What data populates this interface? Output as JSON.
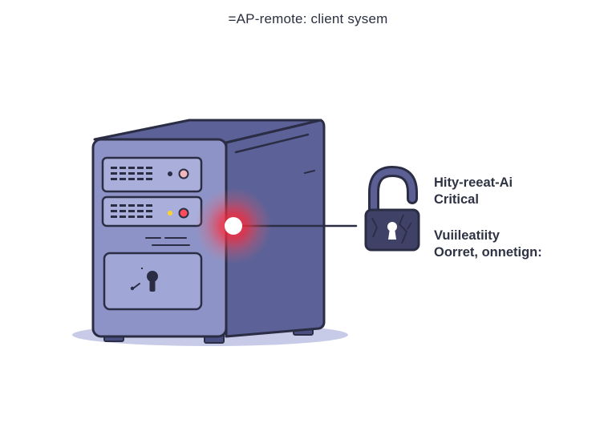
{
  "header": {
    "title": "=AP-remote: client sysem"
  },
  "alert": {
    "threat_label": "Hity-reeat-Ai",
    "severity": "Critical",
    "vuln_label": "Vuiileatiity",
    "vuln_detail": "Oorret, onnetign:"
  },
  "colors": {
    "server_body": "#5c6197",
    "server_front": "#8d93c6",
    "server_dark": "#4a4f82",
    "outline": "#2a2d44",
    "shadow": "#c7cbe8",
    "alert_red": "#ff1f2f",
    "led_yellow": "#ffd324",
    "lock_body": "#3f4266",
    "lock_shackle": "#5b5f93"
  },
  "icons": {
    "server": "server-tower-icon",
    "breach": "breach-glow-icon",
    "lock": "cracked-open-padlock-icon"
  }
}
